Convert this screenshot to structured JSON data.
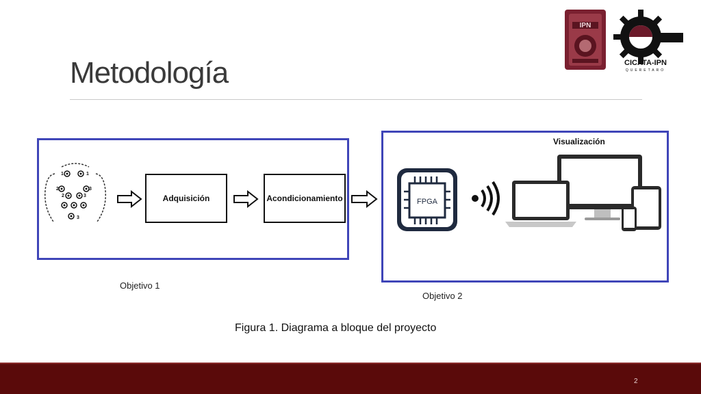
{
  "slide": {
    "title": "Metodología",
    "figure_caption": "Figura 1. Diagrama a bloque del proyecto",
    "page_number": "2"
  },
  "logos": {
    "ipn": "IPN",
    "cicata": "CICATA-IPN",
    "cicata_sub": "QUERETARO"
  },
  "diagram": {
    "objective1": {
      "caption": "Objetivo 1",
      "blocks": [
        "Adquisición",
        "Acondicionamiento"
      ],
      "electrodes": [
        "1",
        "2",
        "3",
        "2",
        "3",
        "1",
        "3"
      ]
    },
    "objective2": {
      "caption": "Objetivo 2",
      "chip_label": "FPGA",
      "visualization_label": "Visualización"
    }
  },
  "colors": {
    "frame": "#3f45b8",
    "footer": "#5a0a0a",
    "logo_maroon": "#6b1a2a"
  }
}
